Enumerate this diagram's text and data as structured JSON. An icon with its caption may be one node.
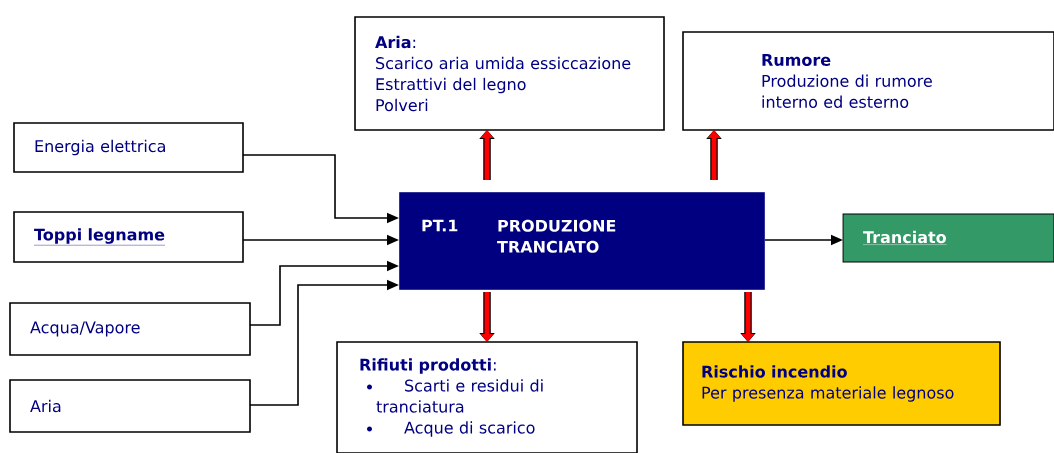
{
  "diagram": {
    "nodes": [
      {
        "text": [
          "Energia elettrica"
        ]
      },
      {
        "text": [
          "Toppi legname"
        ]
      },
      {
        "text": [
          "Acqua/Vapore"
        ]
      },
      {
        "text": [
          "Aria"
        ]
      },
      {
        "text": [
          "PT.1",
          "PRODUZIONE TRANCIATO"
        ]
      },
      {
        "text": [
          "**Aria**:",
          "Scarico aria umida essiccazione",
          "Estrattivi del legno",
          "Polveri"
        ]
      },
      {
        "text": [
          "Rumore",
          "Produzione di rumore interno ed esterno"
        ]
      },
      {
        "text": [
          "Tranciato"
        ]
      },
      {
        "text": [
          "**Rifiuti prodotti**:",
          "Scarti e residui di tranciatura",
          "Acque di scarico"
        ]
      },
      {
        "text": [
          "Rischio incendio",
          "Per presenza materiale legnoso"
        ]
      }
    ],
    "edges": [
      {
        "from": 0,
        "to": 4,
        "arrow": "to"
      },
      {
        "from": 1,
        "to": 4,
        "arrow": "to"
      },
      {
        "from": 2,
        "to": 4,
        "arrow": "to"
      },
      {
        "from": 3,
        "to": 4,
        "arrow": "to"
      },
      {
        "from": 4,
        "to": 5,
        "arrow": "to",
        "style": "thick",
        "color": "#ff0000"
      },
      {
        "from": 4,
        "to": 6,
        "arrow": "to",
        "style": "thick",
        "color": "#ff0000"
      },
      {
        "from": 4,
        "to": 7,
        "arrow": "to"
      },
      {
        "from": 4,
        "to": 8,
        "arrow": "to",
        "style": "thick",
        "color": "#ff0000"
      },
      {
        "from": 4,
        "to": 9,
        "arrow": "to",
        "style": "thick",
        "color": "#ff0000"
      }
    ]
  }
}
